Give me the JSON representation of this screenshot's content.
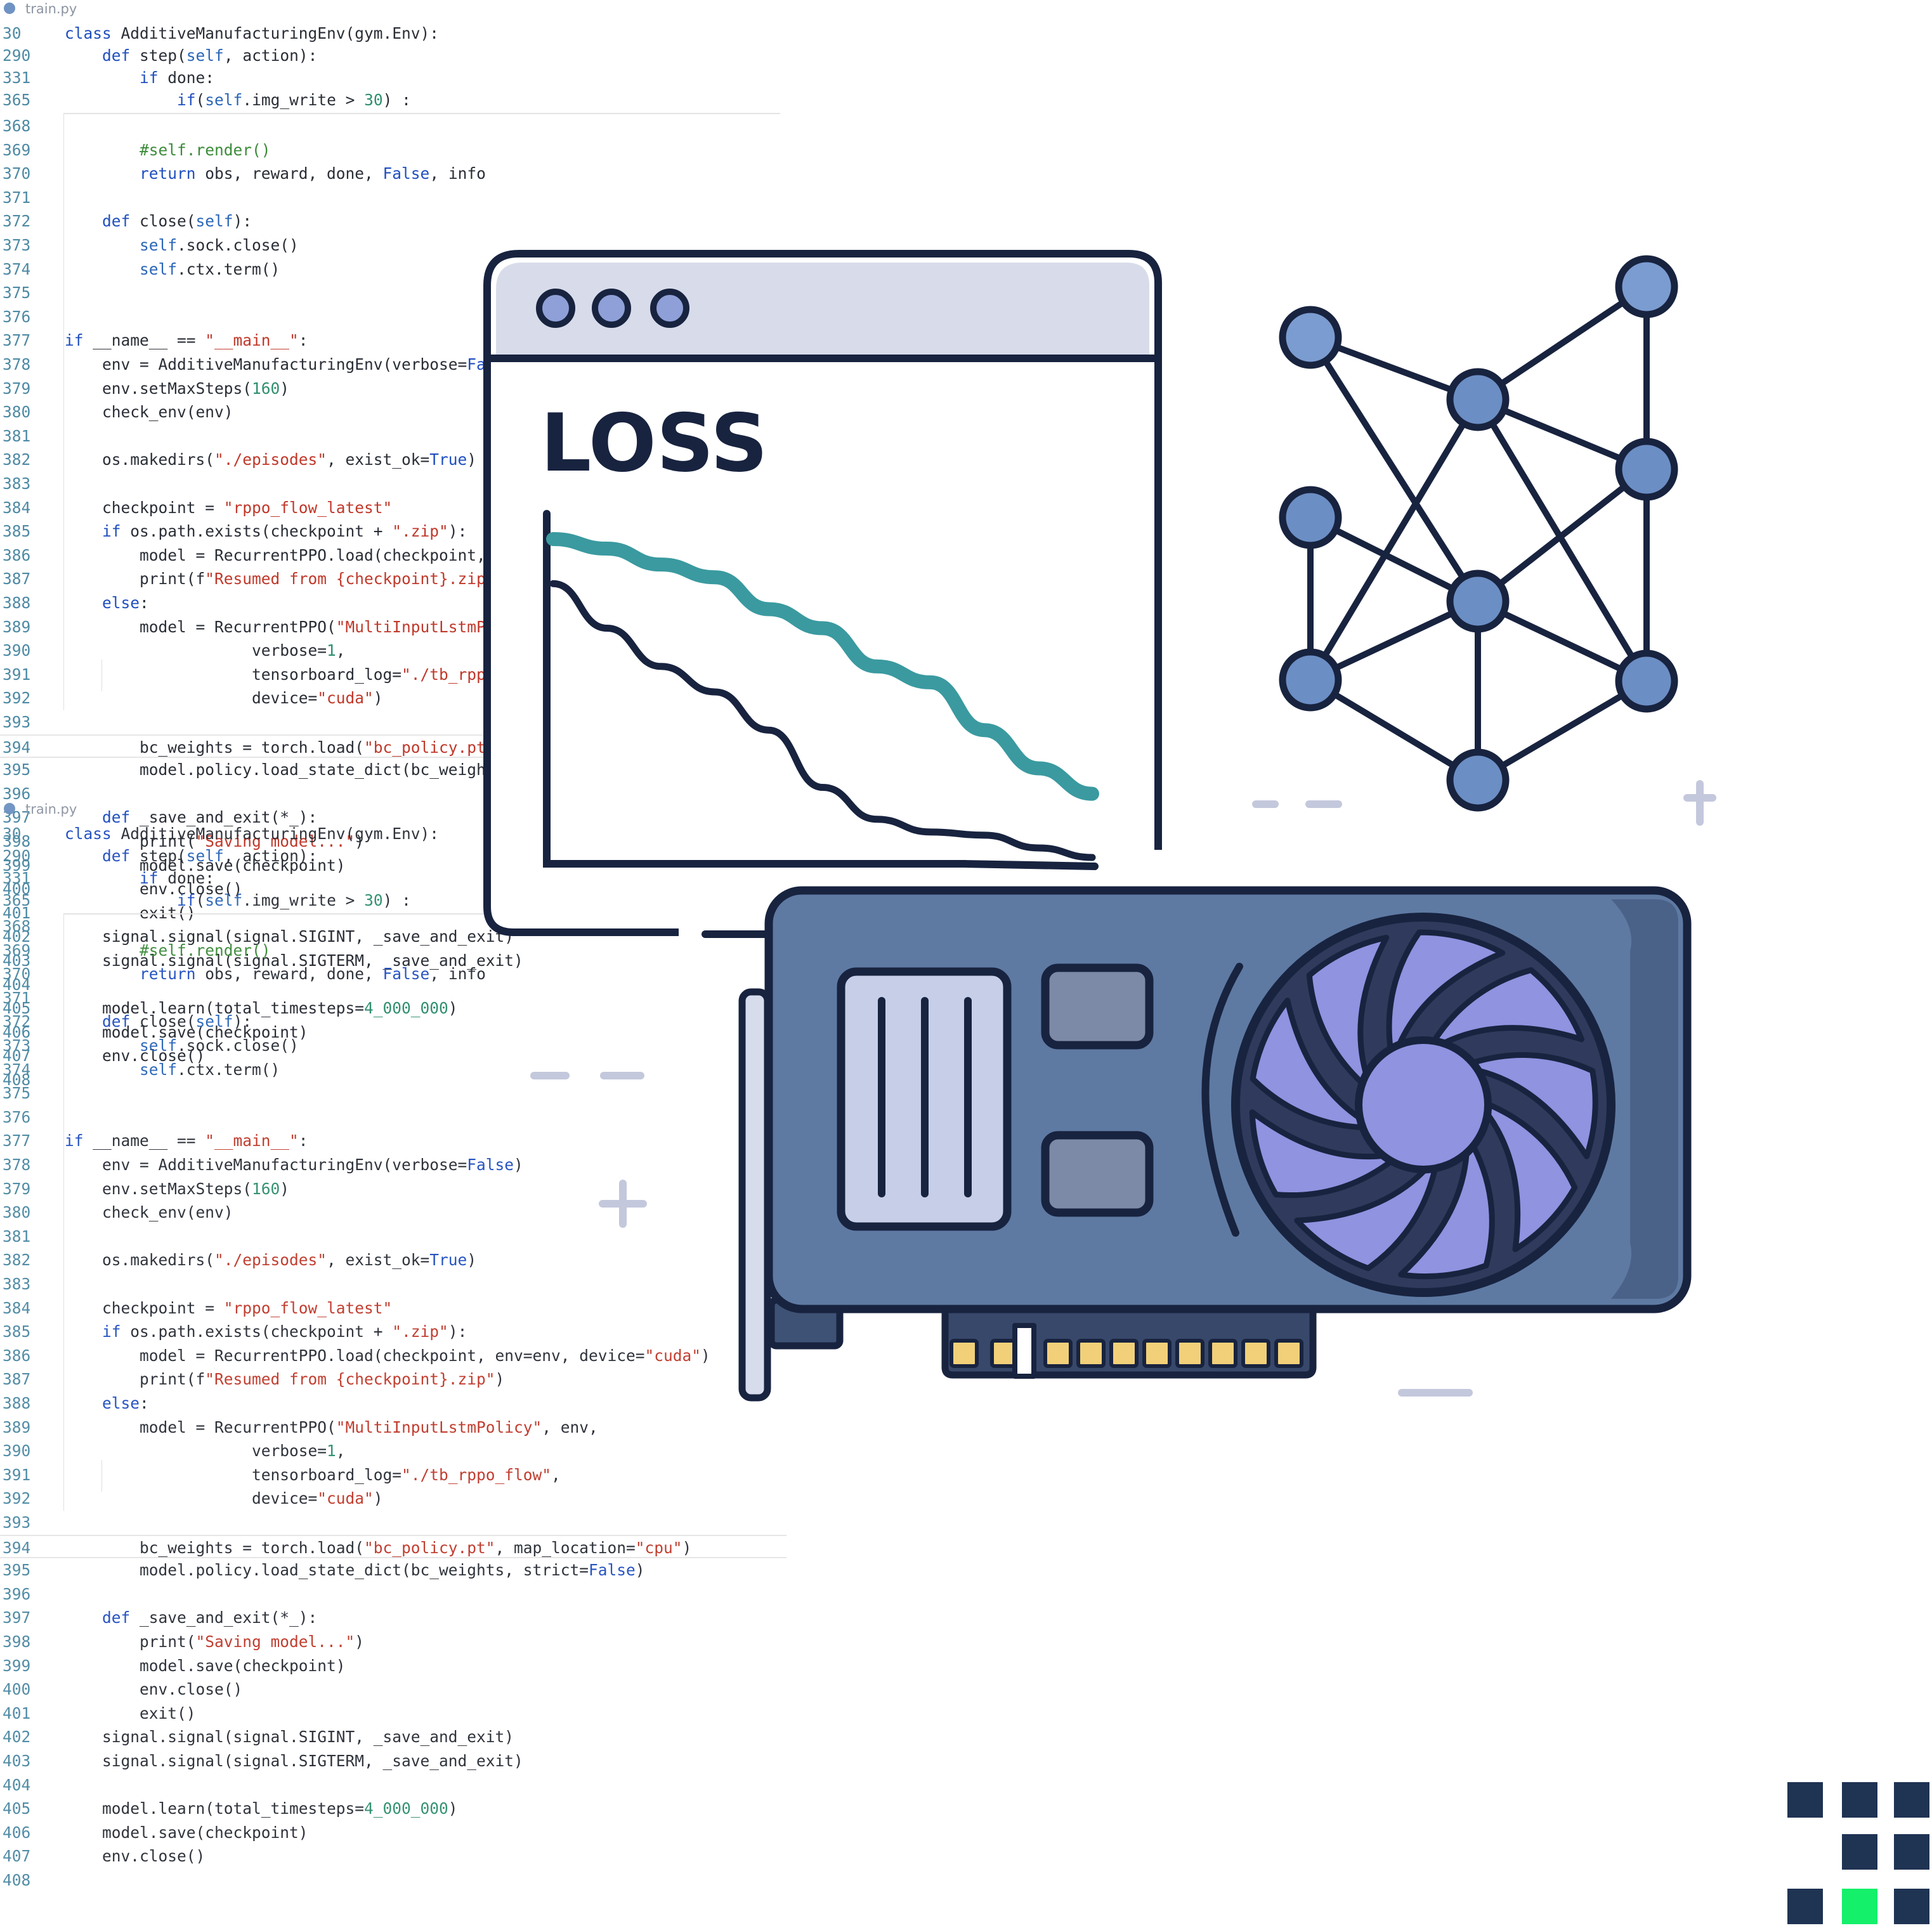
{
  "editor": {
    "filename": "train.py",
    "lines": [
      {
        "num": "30",
        "text": "class AdditiveManufacturingEnv(gym.Env):"
      },
      {
        "num": "290",
        "text": "    def step(self, action):"
      },
      {
        "num": "331",
        "text": "        if done:"
      },
      {
        "num": "365",
        "text": "            if(self.img_write > 30) :"
      },
      {
        "num": "368",
        "text": ""
      },
      {
        "num": "369",
        "text": "        #self.render()"
      },
      {
        "num": "370",
        "text": "        return obs, reward, done, False, info"
      },
      {
        "num": "371",
        "text": ""
      },
      {
        "num": "372",
        "text": "    def close(self):"
      },
      {
        "num": "373",
        "text": "        self.sock.close()"
      },
      {
        "num": "374",
        "text": "        self.ctx.term()"
      },
      {
        "num": "375",
        "text": ""
      },
      {
        "num": "376",
        "text": ""
      },
      {
        "num": "377",
        "text": "if __name__ == \"__main__\":"
      },
      {
        "num": "378",
        "text": "    env = AdditiveManufacturingEnv(verbose=False)"
      },
      {
        "num": "379",
        "text": "    env.setMaxSteps(160)"
      },
      {
        "num": "380",
        "text": "    check_env(env)"
      },
      {
        "num": "381",
        "text": ""
      },
      {
        "num": "382",
        "text": "    os.makedirs(\"./episodes\", exist_ok=True)"
      },
      {
        "num": "383",
        "text": ""
      },
      {
        "num": "384",
        "text": "    checkpoint = \"rppo_flow_latest\""
      },
      {
        "num": "385",
        "text": "    if os.path.exists(checkpoint + \".zip\"):"
      },
      {
        "num": "386",
        "text": "        model = RecurrentPPO.load(checkpoint, env=env, device=\"cuda\")"
      },
      {
        "num": "387",
        "text": "        print(f\"Resumed from {checkpoint}.zip\")"
      },
      {
        "num": "388",
        "text": "    else:"
      },
      {
        "num": "389",
        "text": "        model = RecurrentPPO(\"MultiInputLstmPolicy\", env,"
      },
      {
        "num": "390",
        "text": "                    verbose=1,"
      },
      {
        "num": "391",
        "text": "                    tensorboard_log=\"./tb_rppo_flow\","
      },
      {
        "num": "392",
        "text": "                    device=\"cuda\")"
      },
      {
        "num": "393",
        "text": ""
      },
      {
        "num": "394",
        "text": "        bc_weights = torch.load(\"bc_policy.pt\", map_location=\"cpu\")"
      },
      {
        "num": "395",
        "text": "        model.policy.load_state_dict(bc_weights, strict=False)"
      },
      {
        "num": "396",
        "text": ""
      },
      {
        "num": "397",
        "text": "    def _save_and_exit(*_):"
      },
      {
        "num": "398",
        "text": "        print(\"Saving model...\")"
      },
      {
        "num": "399",
        "text": "        model.save(checkpoint)"
      },
      {
        "num": "400",
        "text": "        env.close()"
      },
      {
        "num": "401",
        "text": "        exit()"
      },
      {
        "num": "402",
        "text": "    signal.signal(signal.SIGINT, _save_and_exit)"
      },
      {
        "num": "403",
        "text": "    signal.signal(signal.SIGTERM, _save_and_exit)"
      },
      {
        "num": "404",
        "text": ""
      },
      {
        "num": "405",
        "text": "    model.learn(total_timesteps=4_000_000)"
      },
      {
        "num": "406",
        "text": "    model.save(checkpoint)"
      },
      {
        "num": "407",
        "text": "    env.close()"
      },
      {
        "num": "408",
        "text": ""
      }
    ]
  },
  "illustration": {
    "loss_title": "LOSS",
    "loss_curves": [
      {
        "name": "",
        "color": "#3a9aa0",
        "values": [
          1.0,
          0.97,
          0.92,
          0.88,
          0.78,
          0.72,
          0.6,
          0.55,
          0.4,
          0.28,
          0.2
        ]
      },
      {
        "name": "",
        "color": "#18233f",
        "values": [
          0.86,
          0.72,
          0.6,
          0.52,
          0.4,
          0.22,
          0.12,
          0.08,
          0.07,
          0.03,
          0.0
        ]
      }
    ],
    "colors": {
      "outline": "#18233f",
      "window_bar": "#d8dcea",
      "gpu_body": "#5e7aa3",
      "fan": "#8f93e0",
      "node": "#6b8ec4",
      "contacts": "#f1d079"
    },
    "icons": [
      "browser-window-icon",
      "neural-network-icon",
      "gpu-card-icon",
      "fan-icon"
    ]
  },
  "logo": {
    "name": "grid-logo",
    "accent": "#14f06a"
  }
}
